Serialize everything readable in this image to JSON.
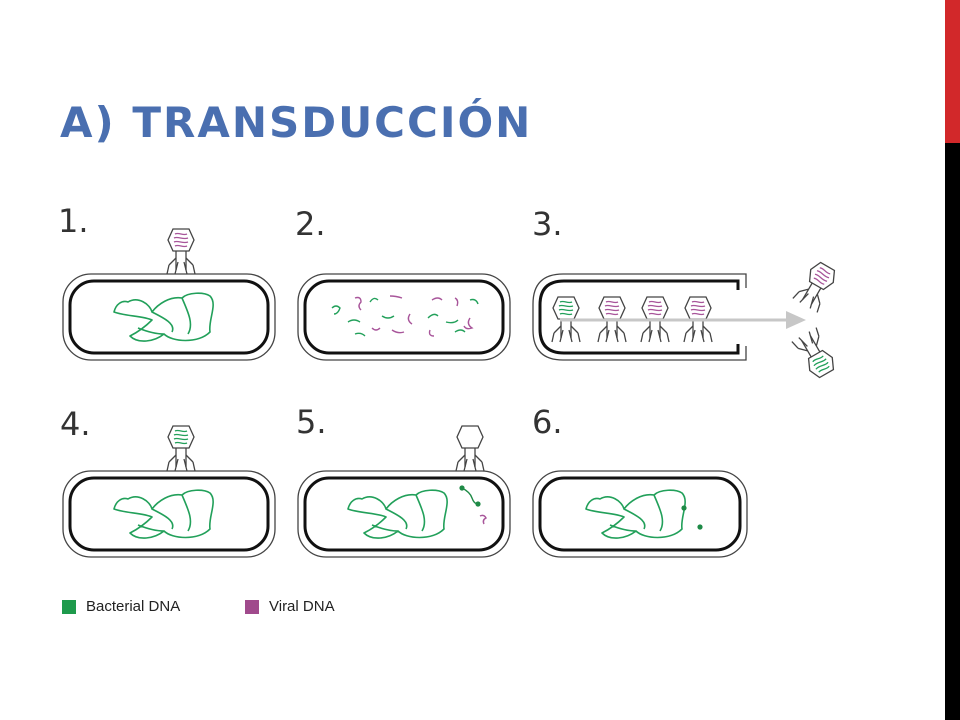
{
  "title": "A) TRANSDUCCIÓN",
  "steps": [
    "1.",
    "2.",
    "3.",
    "4.",
    "5.",
    "6."
  ],
  "legend": [
    {
      "label": "Bacterial DNA",
      "color": "#1e9a4c"
    },
    {
      "label": "Viral DNA",
      "color": "#a04a8c"
    }
  ],
  "colors": {
    "bacterial_dna": "#22a05a",
    "viral_dna": "#a8559a",
    "accent_red": "#d2282a",
    "title_blue": "#4a6fb0"
  }
}
